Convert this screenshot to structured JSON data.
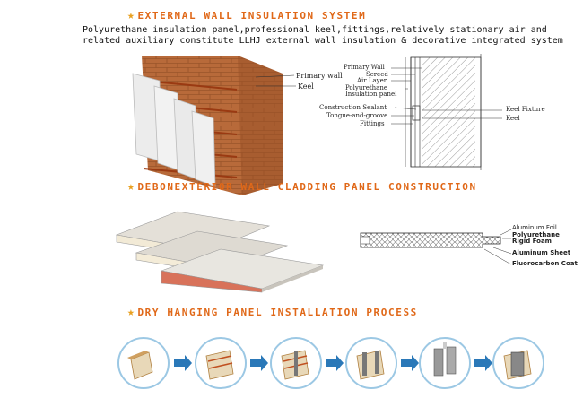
{
  "sections": {
    "external": {
      "title": "EXTERNAL WALL INSULATION SYSTEM",
      "description": "Polyurethane insulation panel,professional keel,fittings,relatively stationary air and related auxiliary constitute LLHJ external wall insulation & decorative integrated system",
      "illustration_labels": {
        "primary_wall": "Primary wall",
        "keel": "Keel"
      },
      "diagram_labels": {
        "primary_wall": "Primary Wall",
        "screed": "Screed",
        "air_layer": "Air Layer",
        "pu_panel_line1": "Polyurethane",
        "pu_panel_line2": "Insulation panel",
        "construction_sealant": "Construction Sealant",
        "tongue_groove": "Tongue-and-groove",
        "fittings": "Fittings",
        "keel_fixture": "Keel Fixture",
        "keel": "Keel"
      }
    },
    "cladding": {
      "title": "DEBONEXTERIOR WALL CLADDING PANEL CONSTRUCTION",
      "layers": {
        "aluminum_foil": "Aluminum Foil",
        "pu_foam_line1": "Polyurethane",
        "pu_foam_line2": "Rigid Foam",
        "aluminum_sheet": "Aluminum Sheet",
        "fluorocarbon": "Fluorocarbon Coat"
      }
    },
    "dry_hanging": {
      "title": "DRY HANGING PANEL INSTALLATION PROCESS",
      "steps": 6
    }
  },
  "colors": {
    "title_orange": "#e06818",
    "star": "#e8a020",
    "brick": "#b86a3a",
    "arrow_blue": "#2a78b8",
    "circle_ring": "#9cc8e4"
  },
  "icons": [
    "star-icon",
    "arrow-right-icon"
  ]
}
